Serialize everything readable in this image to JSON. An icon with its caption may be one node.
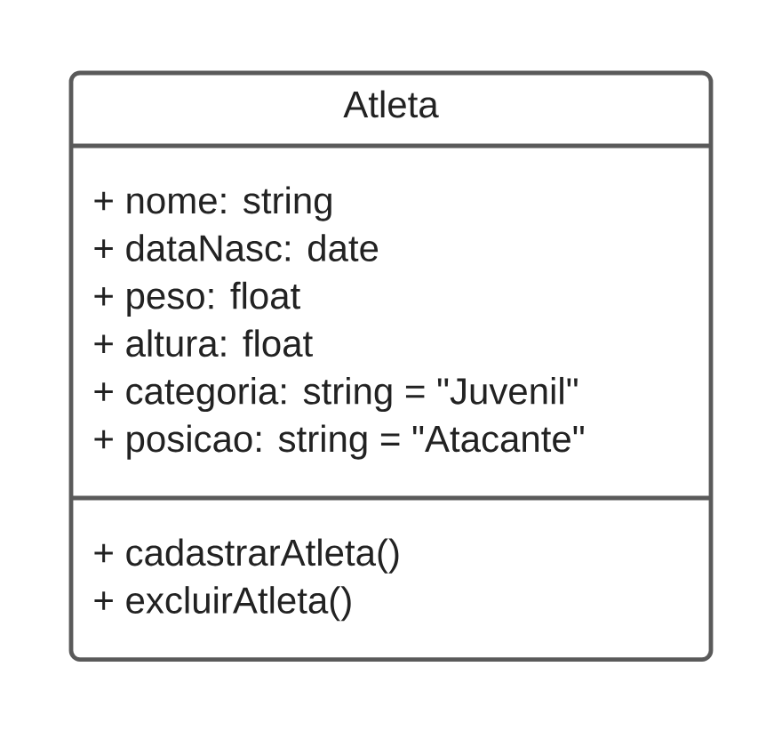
{
  "diagram": {
    "nodes": [
      {
        "text": [
          "Atleta"
        ]
      },
      {
        "text": [
          "+ nome: string",
          "+ dataNasc: date",
          "+ peso: float",
          "+ altura: float",
          "+ categoria: string = \"Juvenil\"",
          "+ posicao: string = \"Atacante\""
        ],
        "in": 0
      },
      {
        "text": [
          "+ cadastrarAtleta()",
          "+ excluirAtleta()"
        ],
        "in": 0
      }
    ]
  }
}
